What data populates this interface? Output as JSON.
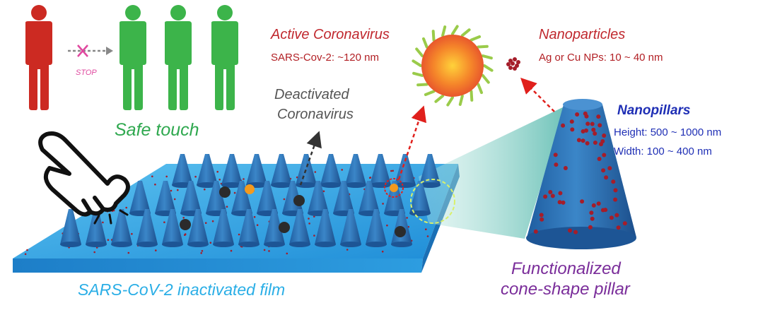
{
  "labels": {
    "safe_touch": "Safe touch",
    "stop": "STOP",
    "active_coronavirus": "Active Coronavirus",
    "sars_size": "SARS-Cov-2: ~120 nm",
    "nanoparticles": "Nanoparticles",
    "np_size": "Ag or Cu NPs:  10 ~ 40 nm",
    "deactivated_line1": "Deactivated",
    "deactivated_line2": "Coronavirus",
    "nanopillars": "Nanopillars",
    "height": "Height: 500 ~ 1000 nm",
    "width": "Width: 100 ~ 400 nm",
    "film": "SARS-CoV-2 inactivated film",
    "functionalized_line1": "Functionalized",
    "functionalized_line2": "cone-shape pillar"
  },
  "colors": {
    "red_person": "#cc2a22",
    "green_person": "#3cb44a",
    "film_top": "#2e9be0",
    "film_edge": "#1f78c0",
    "pillar": "#2a6db0",
    "virus_core": "#f39a1e",
    "spike": "#9acb4a",
    "nanoparticle": "#a51d2a",
    "arrow_red": "#e0201c",
    "arrow_dark": "#333333",
    "magnify": "#7fd3c8"
  },
  "icons": [
    "person-red-icon",
    "person-green-icon",
    "hand-pointer-icon",
    "virus-icon",
    "nanoparticle-cluster-icon"
  ]
}
